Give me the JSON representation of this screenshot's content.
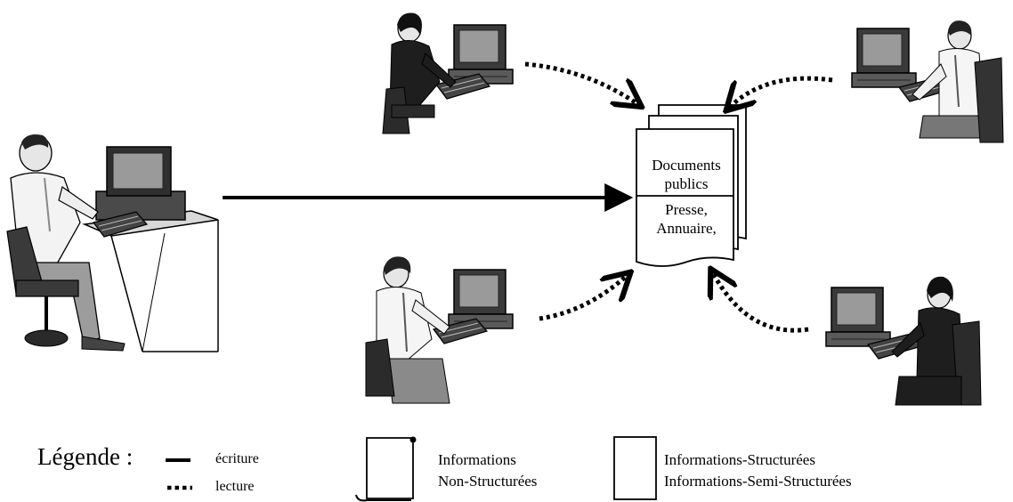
{
  "document_stack": {
    "label_top_1": "Documents",
    "label_top_2": "publics",
    "label_bottom_1": "Presse,",
    "label_bottom_2": "Annuaire,"
  },
  "legend": {
    "title": "Légende :",
    "write_label": "écriture",
    "read_label": "lecture",
    "unstructured_line1": "Informations",
    "unstructured_line2": "Non-Structurées",
    "structured_line1": "Informations-Structurées",
    "structured_line2": "Informations-Semi-Structurées"
  },
  "icons": {
    "workstation_writer": "person-at-computer-icon",
    "workstation_reader": "person-at-computer-icon",
    "unstructured_doc": "scroll-document-icon",
    "structured_doc": "rectangle-document-icon"
  }
}
